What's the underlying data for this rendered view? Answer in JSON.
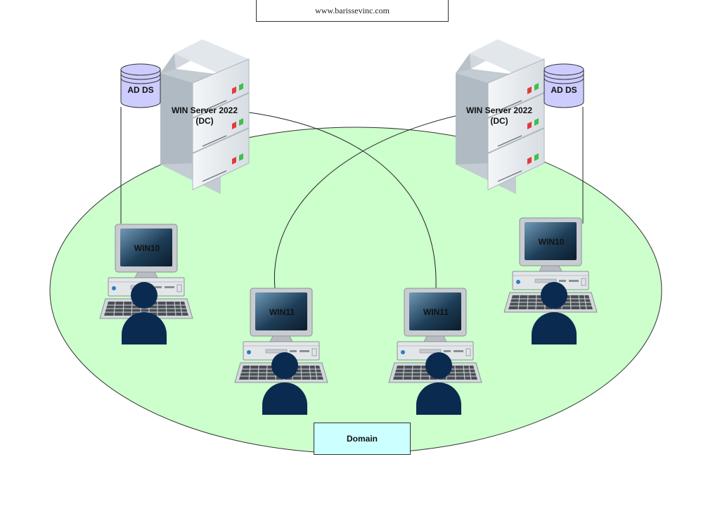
{
  "header": {
    "url": "www.barissevinc.com"
  },
  "domain": {
    "label": "Domain",
    "fill_color": "#ccffcc",
    "label_box_color": "#ccffff"
  },
  "servers": [
    {
      "name": "server-left",
      "icon": "rack-server-icon",
      "label_line1": "WIN Server 2022",
      "label_line2": "(DC)",
      "service": "AD DS"
    },
    {
      "name": "server-right",
      "icon": "rack-server-icon",
      "label_line1": "WIN Server 2022",
      "label_line2": "(DC)",
      "service": "AD DS"
    }
  ],
  "clients": [
    {
      "name": "client-win10-left",
      "icon": "desktop-pc-icon",
      "label": "WIN10"
    },
    {
      "name": "client-win11-left",
      "icon": "desktop-pc-icon",
      "label": "WIN11"
    },
    {
      "name": "client-win11-right",
      "icon": "desktop-pc-icon",
      "label": "WIN11"
    },
    {
      "name": "client-win10-right",
      "icon": "desktop-pc-icon",
      "label": "WIN10"
    }
  ],
  "colors": {
    "database": "#ccccff",
    "user": "#0b2a4f",
    "screen": "#1d3d57",
    "server_led_red": "#e23b3b",
    "server_led_green": "#3fbf4f"
  }
}
